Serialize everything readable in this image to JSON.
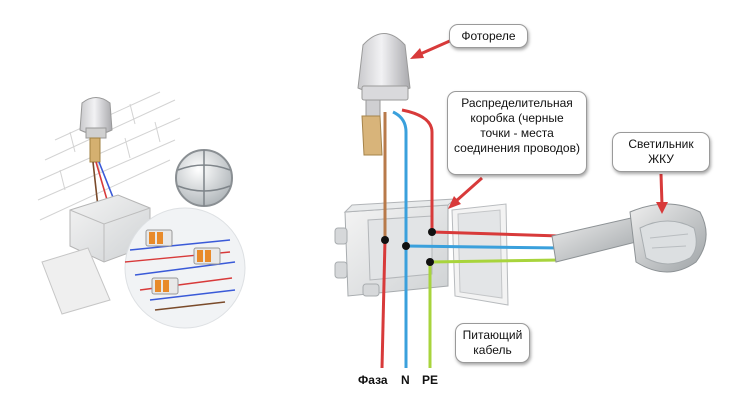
{
  "labels": {
    "photorelay": "Фотореле",
    "junction_box": "Распределительная коробка (черные точки - места соединения проводов)",
    "lamp": "Светильник ЖКУ",
    "supply_cable": "Питающий кабель",
    "phase": "Фаза",
    "neutral": "N",
    "protective_earth": "PE"
  },
  "colors": {
    "phase_wire": "#d83a3a",
    "neutral_wire": "#3aa0dc",
    "earth_wire": "#a8d43c",
    "relay_lead": "#b87a4a",
    "arrow": "#d83a3a"
  }
}
